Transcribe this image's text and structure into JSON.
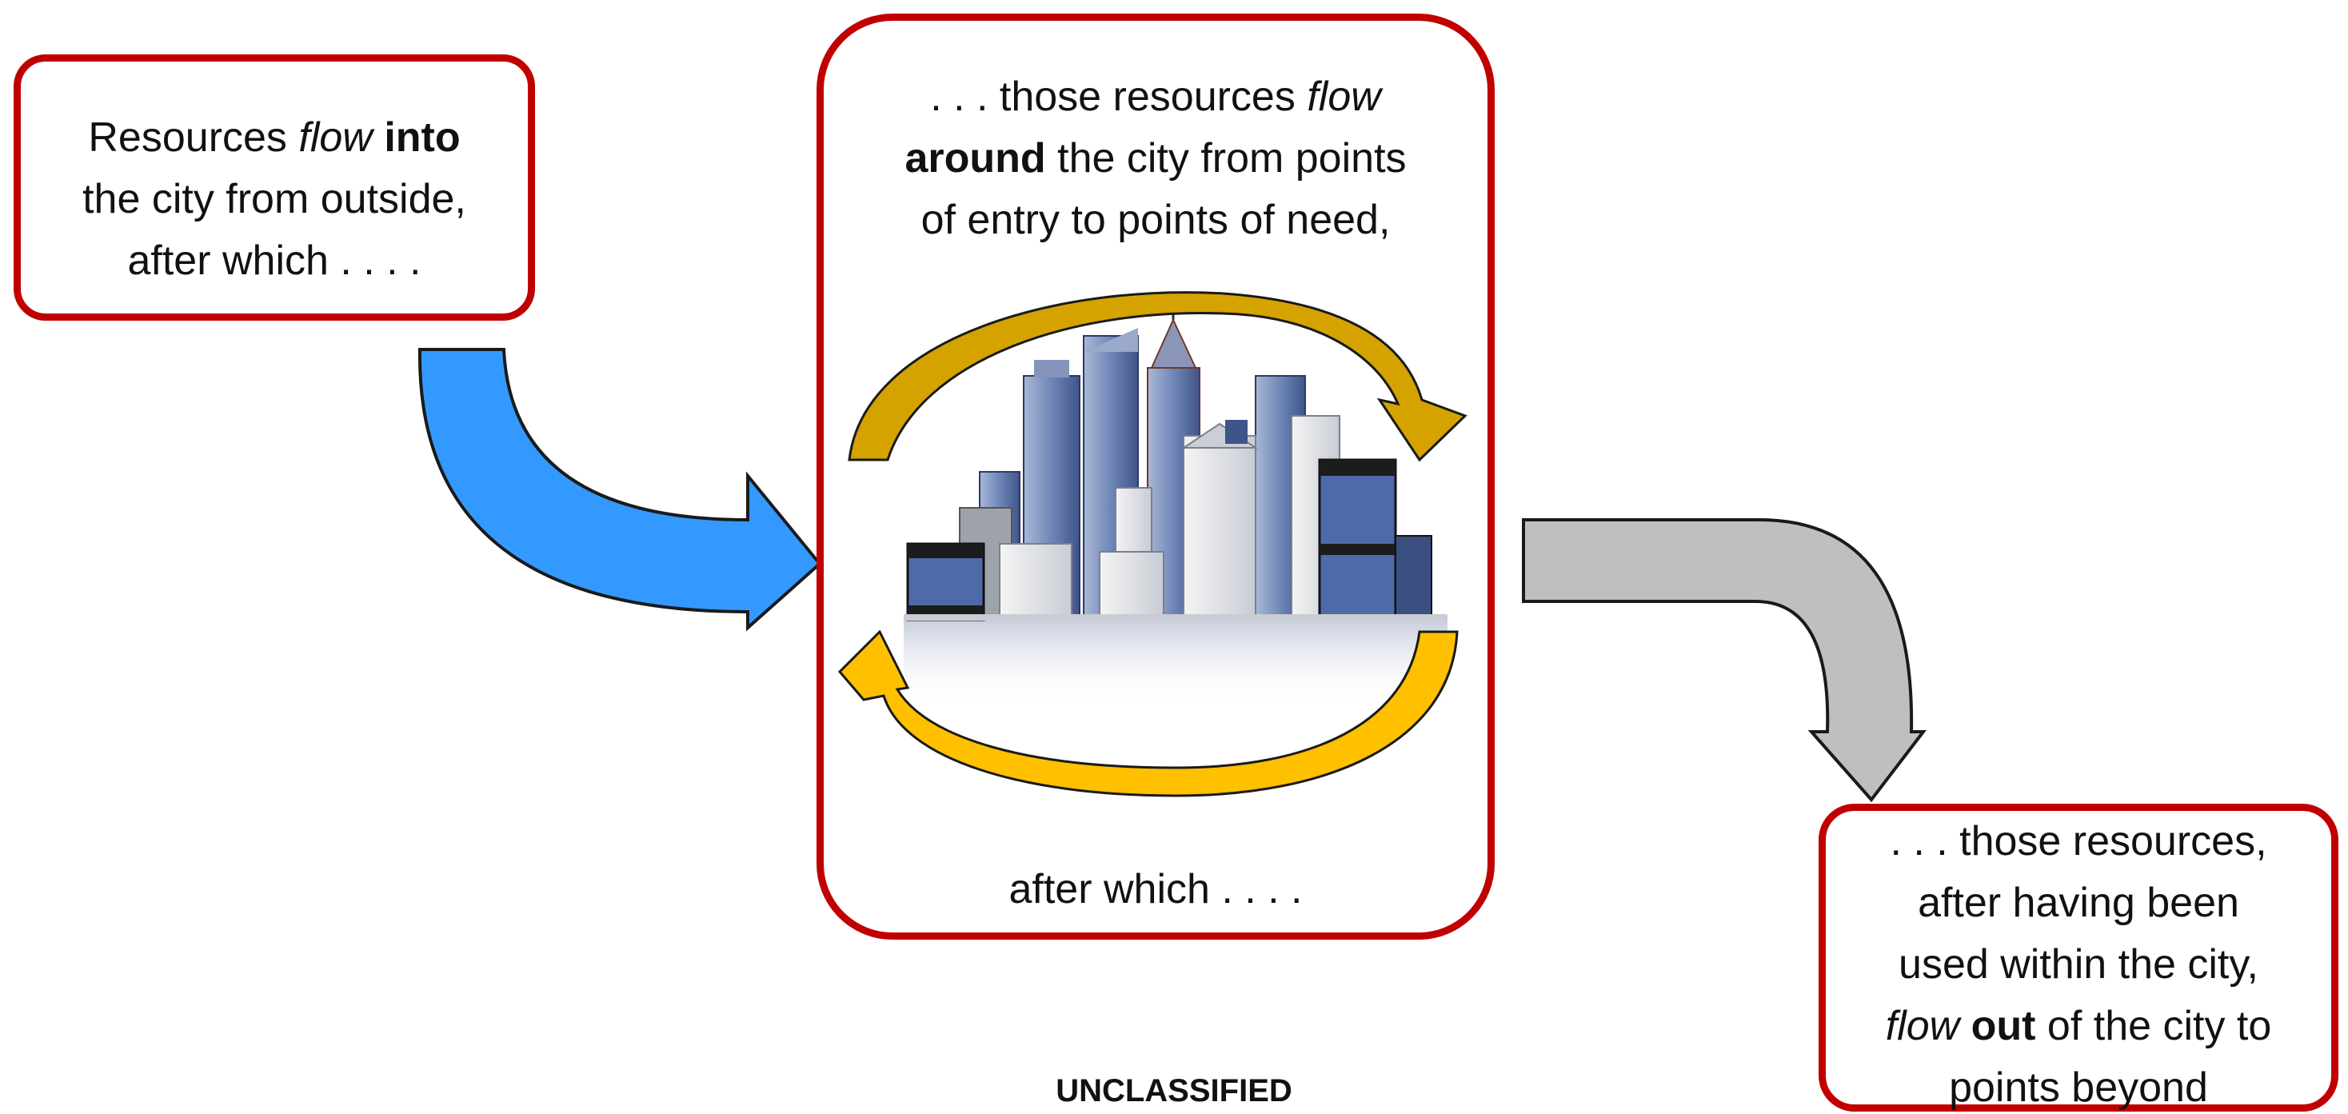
{
  "colors": {
    "box_border": "#c00000",
    "inflow_arrow": "#3399ff",
    "outflow_arrow": "#bfbfbf",
    "circulation_arrows": "#ffc000"
  },
  "left_box": {
    "line1_a": "Resources ",
    "line1_b": "flow",
    "line1_c": " ",
    "line1_d": "into",
    "line2": "the city from outside,",
    "line3": "after which . . . ."
  },
  "center_box": {
    "line1_a": ". . . those resources ",
    "line1_b": "flow",
    "line2_a": "around",
    "line2_b": " the city from points",
    "line3": "of entry to points of need,",
    "bottom": "after which . . . ."
  },
  "right_box": {
    "line1": ". . . those resources,",
    "line2": "after having been",
    "line3": "used within the city,",
    "line4_a": "flow",
    "line4_b": " ",
    "line4_c": "out",
    "line4_d": " of the city to",
    "line5": "points beyond"
  },
  "image": {
    "subject": "city-skyline"
  },
  "footer": "UNCLASSIFIED"
}
